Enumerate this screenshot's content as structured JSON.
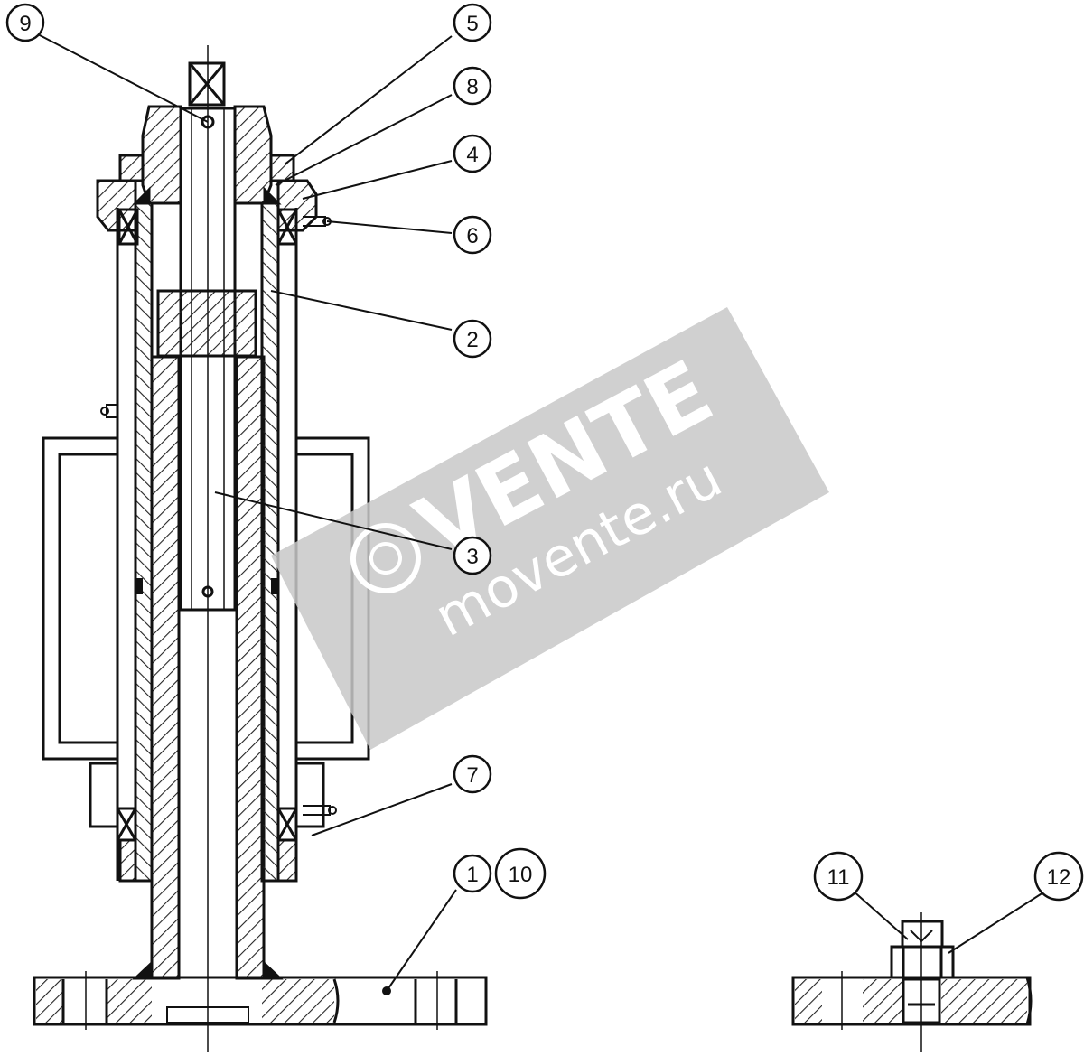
{
  "balloons": [
    {
      "id": "b9",
      "label": "9"
    },
    {
      "id": "b5",
      "label": "5"
    },
    {
      "id": "b8",
      "label": "8"
    },
    {
      "id": "b4",
      "label": "4"
    },
    {
      "id": "b6",
      "label": "6"
    },
    {
      "id": "b2",
      "label": "2"
    },
    {
      "id": "b3",
      "label": "3"
    },
    {
      "id": "b7",
      "label": "7"
    },
    {
      "id": "b1",
      "label": "1"
    },
    {
      "id": "b10",
      "label": "10"
    },
    {
      "id": "b11",
      "label": "11"
    },
    {
      "id": "b12",
      "label": "12"
    }
  ],
  "watermark": {
    "brand": "VENTE",
    "site": "movente.ru",
    "color": "#c8c8c8"
  },
  "colors": {
    "line": "#111111",
    "hatch": "#222222",
    "background": "#ffffff"
  }
}
